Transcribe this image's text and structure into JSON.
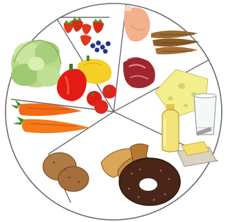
{
  "figure": {
    "plate_outline_color": "#666666",
    "background": "#ffffff"
  },
  "sections": [
    {
      "id": "vegetables-fruits",
      "items": [
        "lettuce",
        "red-bell-pepper",
        "yellow-bell-pepper",
        "tomatoes",
        "strawberries",
        "blueberries",
        "carrots"
      ]
    },
    {
      "id": "meat-fish",
      "items": [
        "chicken-leg",
        "raw-meat",
        "smoked-fish"
      ]
    },
    {
      "id": "dairy",
      "items": [
        "swiss-cheese",
        "glass-of-milk",
        "butter"
      ]
    },
    {
      "id": "oil",
      "items": [
        "oil-bottle"
      ]
    },
    {
      "id": "bread-cereals",
      "items": [
        "bread-slices",
        "rye-bread-ring"
      ]
    },
    {
      "id": "potatoes",
      "items": [
        "potatoes"
      ]
    }
  ]
}
